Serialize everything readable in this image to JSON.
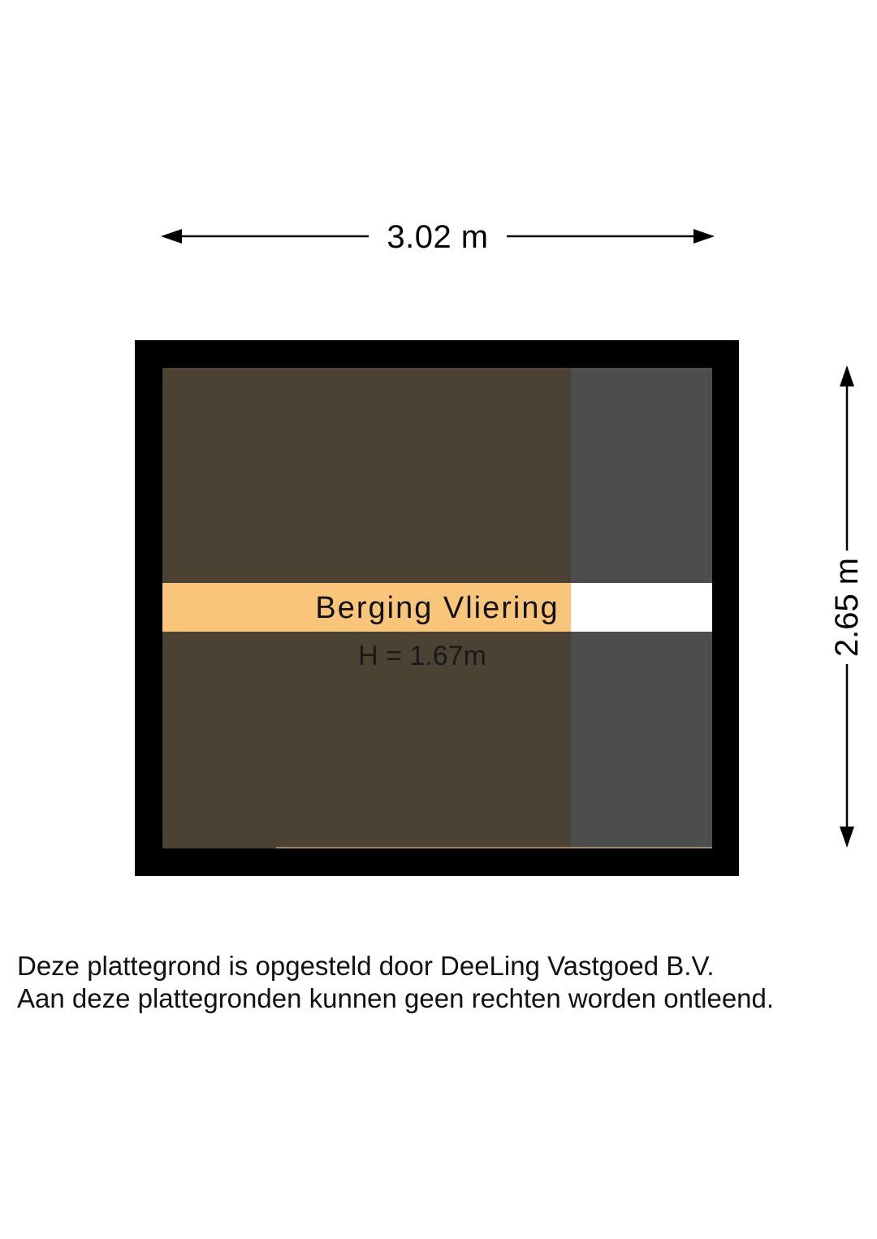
{
  "dimensions": {
    "width_label": "3.02 m",
    "depth_label": "2.65 m"
  },
  "room": {
    "name": "Berging Vliering",
    "height_label": "H = 1.67m"
  },
  "colors": {
    "wall": "#000000",
    "room_high": "#4c4233",
    "room_low": "#4d4d4d",
    "label_band": "#f9c57a"
  },
  "disclaimer": {
    "line1": "Deze plattegrond is opgesteld door DeeLing Vastgoed B.V.",
    "line2": "Aan deze plattegronden kunnen geen rechten worden ontleend."
  }
}
